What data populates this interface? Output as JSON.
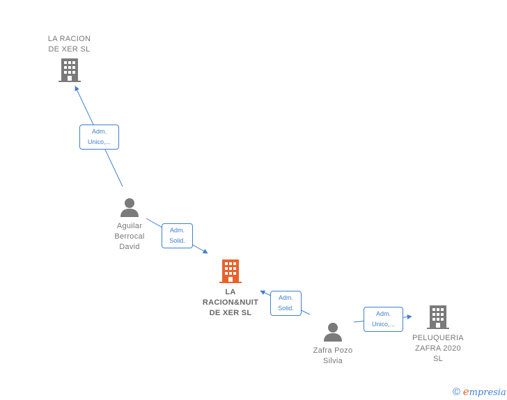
{
  "nodes": {
    "company_top": {
      "line1": "LA RACION",
      "line2": "DE XER  SL"
    },
    "person_aguilar": {
      "line1": "Aguilar",
      "line2": "Berrocal",
      "line3": "David"
    },
    "company_main": {
      "line1": "LA",
      "line2": "RACION&NUIT",
      "line3": "DE XER  SL"
    },
    "person_zafra": {
      "line1": "Zafra Pozo",
      "line2": "Silvia"
    },
    "company_peluqueria": {
      "line1": "PELUQUERIA",
      "line2": "ZAFRA 2020",
      "line3": "SL"
    }
  },
  "edges": {
    "aguilar_to_top": {
      "line1": "Adm.",
      "line2": "Unico,..."
    },
    "aguilar_to_main": {
      "line1": "Adm.",
      "line2": "Solid."
    },
    "zafra_to_main": {
      "line1": "Adm.",
      "line2": "Solid."
    },
    "zafra_to_peluqueria": {
      "line1": "Adm.",
      "line2": "Unico,..."
    }
  },
  "footer": {
    "copyright": "©",
    "brand_initial": "e",
    "brand_rest": "mpresia"
  },
  "colors": {
    "accent": "#3d7fd0",
    "highlight": "#e8622c",
    "icon_gray": "#7a7a7a"
  },
  "icons": {
    "company": "building-icon",
    "person": "person-icon"
  }
}
